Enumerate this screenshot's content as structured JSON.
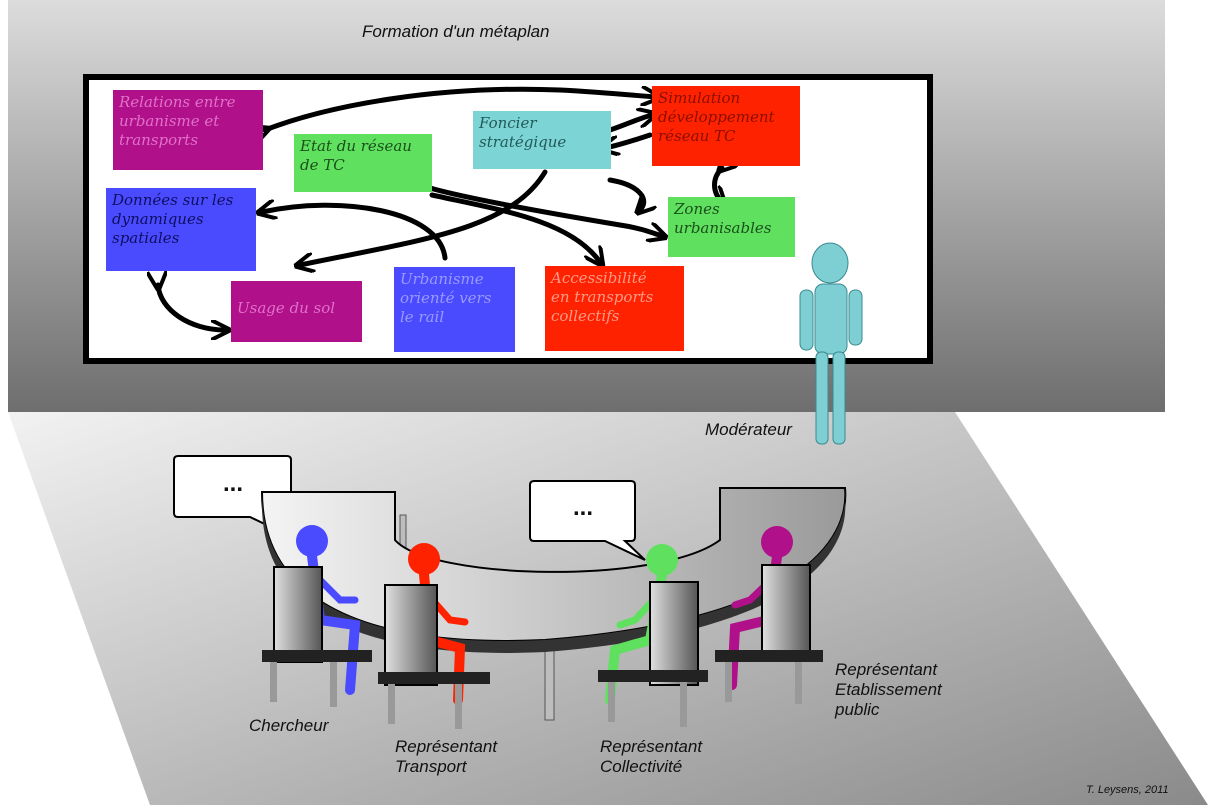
{
  "title": "Formation d'un métaplan",
  "cards": [
    {
      "id": "relations",
      "lines": [
        "Relations entre",
        "urbanisme et",
        "transports"
      ],
      "color": "#b0108a",
      "text_color": "#e070c8"
    },
    {
      "id": "etat",
      "lines": [
        "Etat du réseau",
        "de TC"
      ],
      "color": "#5fe05f",
      "text_color": "#1b4f1b"
    },
    {
      "id": "foncier",
      "lines": [
        "Foncier",
        "stratégique"
      ],
      "color": "#7dd4d4",
      "text_color": "#225a5a"
    },
    {
      "id": "simulation",
      "lines": [
        "Simulation",
        "développement",
        "réseau TC"
      ],
      "color": "#ff2200",
      "text_color": "#8a0f00"
    },
    {
      "id": "donnees",
      "lines": [
        "Données sur les",
        "dynamiques",
        "spatiales"
      ],
      "color": "#4a4aff",
      "text_color": "#0f0f60"
    },
    {
      "id": "zones",
      "lines": [
        "Zones",
        "urbanisables"
      ],
      "color": "#5fe05f",
      "text_color": "#1b4f1b"
    },
    {
      "id": "usage",
      "lines": [
        "Usage du sol"
      ],
      "color": "#b0108a",
      "text_color": "#e070c8"
    },
    {
      "id": "urbanisme",
      "lines": [
        "Urbanisme",
        "orienté vers",
        "le rail"
      ],
      "color": "#4a4aff",
      "text_color": "#9a9aff"
    },
    {
      "id": "accessibilite",
      "lines": [
        "Accessibilité",
        "en transports",
        "collectifs"
      ],
      "color": "#ff2200",
      "text_color": "#ff9a88"
    }
  ],
  "people": {
    "moderator": "Modérateur",
    "chercheur": "Chercheur",
    "transport": [
      "Représentant",
      "Transport"
    ],
    "collectivite": [
      "Représentant",
      "Collectivité"
    ],
    "etablissement": [
      "Représentant",
      "Etablissement",
      "public"
    ]
  },
  "bubble_text": "...",
  "credit": "T. Leysens, 2011",
  "colors": {
    "chercheur": "#4a4aff",
    "transport": "#ff2200",
    "collectivite": "#5fe05f",
    "etablissement": "#b0108a",
    "moderator": "#7dcfd4"
  }
}
